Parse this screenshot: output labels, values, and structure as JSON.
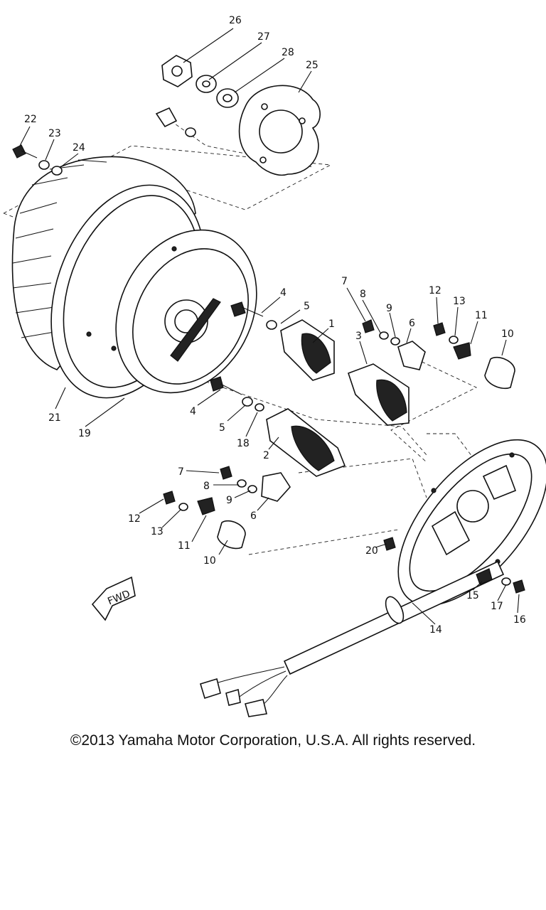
{
  "diagram": {
    "fwd_label": "FWD",
    "callouts": [
      {
        "id": "c26",
        "text": "26"
      },
      {
        "id": "c27",
        "text": "27"
      },
      {
        "id": "c28",
        "text": "28"
      },
      {
        "id": "c25",
        "text": "25"
      },
      {
        "id": "c22",
        "text": "22"
      },
      {
        "id": "c23",
        "text": "23"
      },
      {
        "id": "c24",
        "text": "24"
      },
      {
        "id": "c4a",
        "text": "4"
      },
      {
        "id": "c5a",
        "text": "5"
      },
      {
        "id": "c1",
        "text": "1"
      },
      {
        "id": "c7a",
        "text": "7"
      },
      {
        "id": "c8a",
        "text": "8"
      },
      {
        "id": "c9a",
        "text": "9"
      },
      {
        "id": "c6a",
        "text": "6"
      },
      {
        "id": "c12a",
        "text": "12"
      },
      {
        "id": "c13a",
        "text": "13"
      },
      {
        "id": "c11a",
        "text": "11"
      },
      {
        "id": "c10a",
        "text": "10"
      },
      {
        "id": "c3",
        "text": "3"
      },
      {
        "id": "c21",
        "text": "21"
      },
      {
        "id": "c19",
        "text": "19"
      },
      {
        "id": "c4b",
        "text": "4"
      },
      {
        "id": "c5b",
        "text": "5"
      },
      {
        "id": "c18",
        "text": "18"
      },
      {
        "id": "c2",
        "text": "2"
      },
      {
        "id": "c7b",
        "text": "7"
      },
      {
        "id": "c8b",
        "text": "8"
      },
      {
        "id": "c9b",
        "text": "9"
      },
      {
        "id": "c6b",
        "text": "6"
      },
      {
        "id": "c12b",
        "text": "12"
      },
      {
        "id": "c13b",
        "text": "13"
      },
      {
        "id": "c11b",
        "text": "11"
      },
      {
        "id": "c10b",
        "text": "10"
      },
      {
        "id": "c20",
        "text": "20"
      },
      {
        "id": "c15",
        "text": "15"
      },
      {
        "id": "c17",
        "text": "17"
      },
      {
        "id": "c16",
        "text": "16"
      },
      {
        "id": "c14",
        "text": "14"
      }
    ]
  },
  "footer": {
    "copyright": "©2013 Yamaha Motor Corporation, U.S.A. All rights reserved."
  }
}
